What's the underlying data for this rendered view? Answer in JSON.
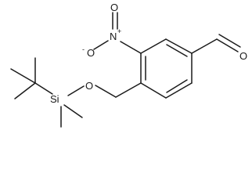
{
  "molecule": {
    "atoms": {
      "nitro_n": "N",
      "nitro_n_charge": "+",
      "nitro_o_top": "O",
      "nitro_o_left": "O",
      "nitro_o_left_charge": "-",
      "ether_o": "O",
      "silicon": "Si",
      "aldehyde_o": "O"
    }
  }
}
